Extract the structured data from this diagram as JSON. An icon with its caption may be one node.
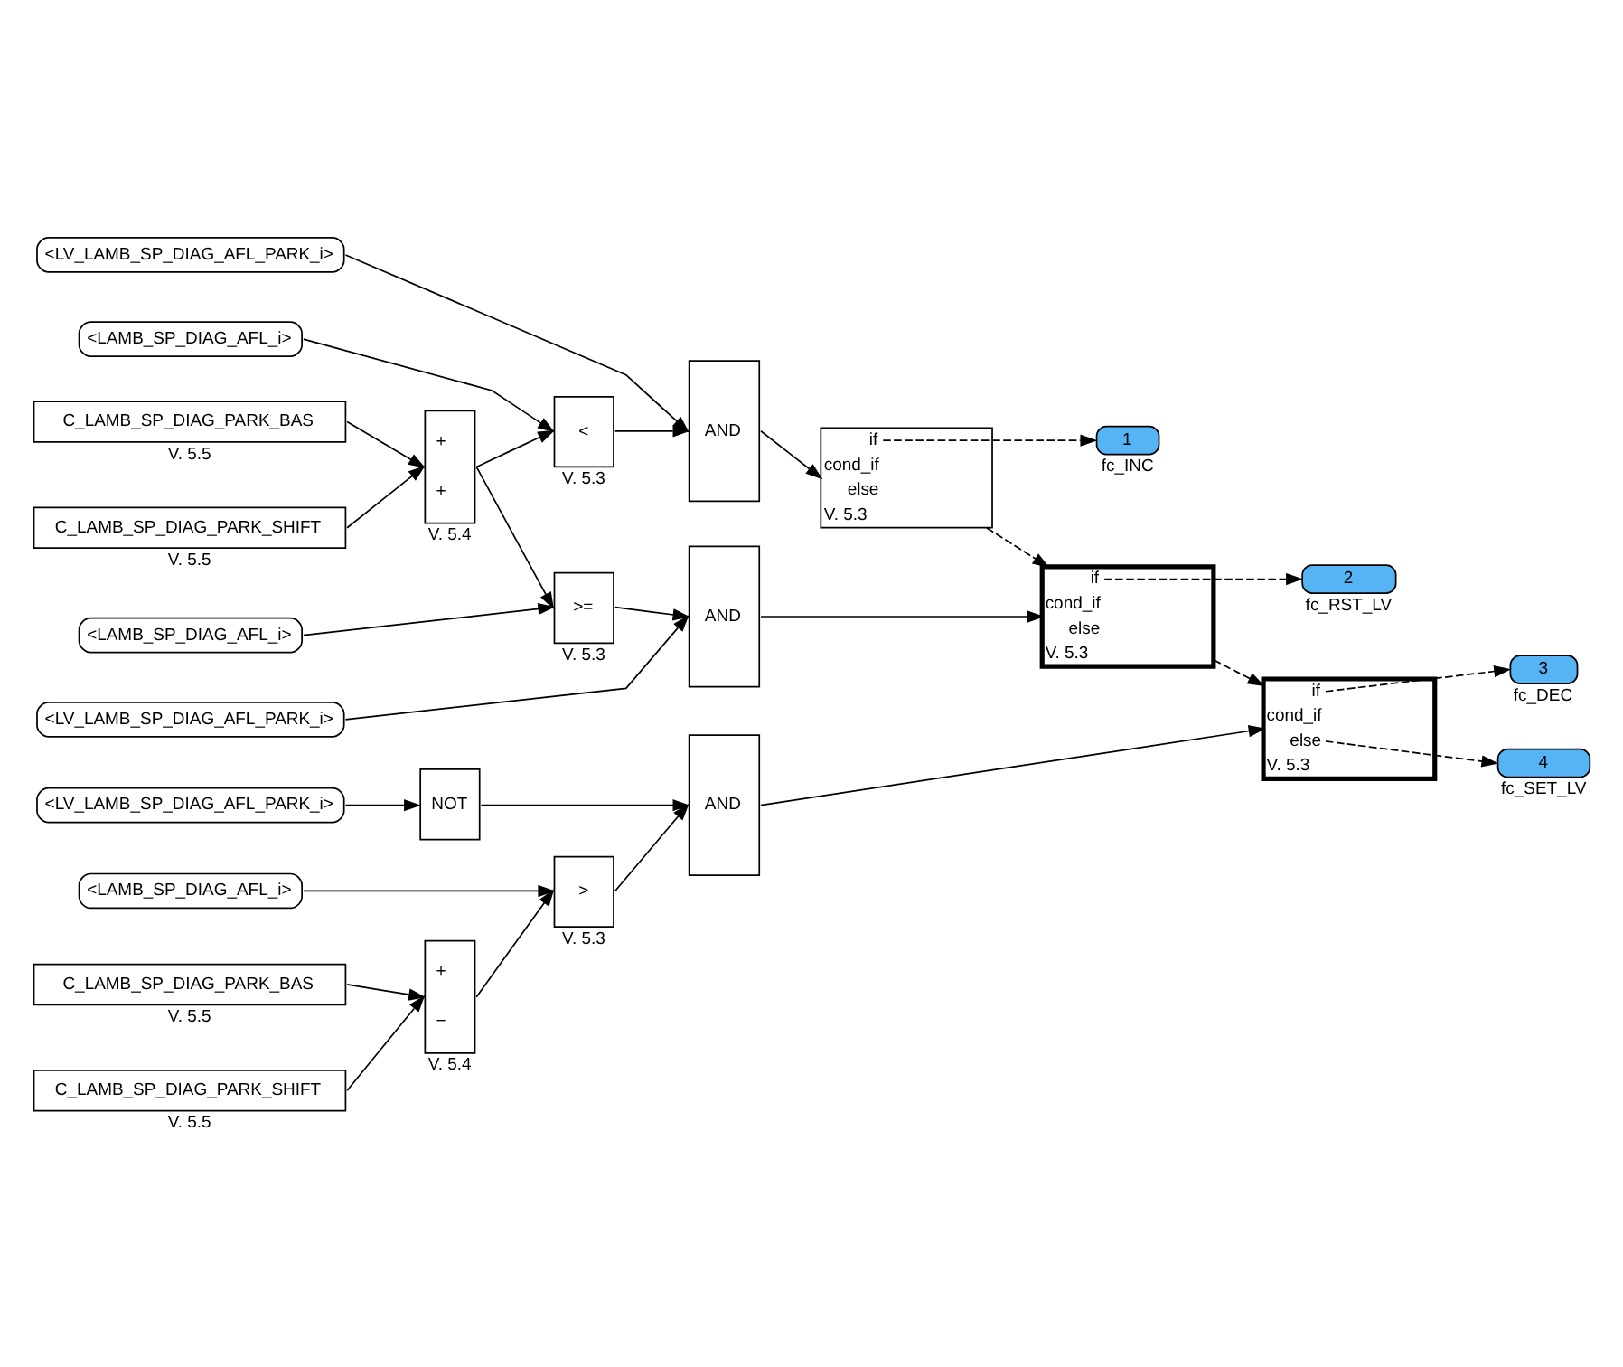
{
  "diagram": {
    "nodes": [
      {
        "text": [
          "<LV_LAMB_SP_DIAG_AFL_PARK_i>"
        ]
      },
      {
        "text": [
          "<LAMB_SP_DIAG_AFL_i>"
        ]
      },
      {
        "text": [
          "C_LAMB_SP_DIAG_PARK_BAS"
        ],
        "beside": [
          "V. 5.5"
        ]
      },
      {
        "text": [
          "C_LAMB_SP_DIAG_PARK_SHIFT"
        ],
        "beside": [
          "V. 5.5"
        ]
      },
      {
        "text": [
          "+",
          "+"
        ],
        "beside": [
          "V. 5.4"
        ]
      },
      {
        "text": [
          "<"
        ],
        "beside": [
          "V. 5.3"
        ]
      },
      {
        "text": [
          "AND"
        ]
      },
      {
        "text": [
          "if",
          "cond_if",
          "else",
          "V. 5.3"
        ]
      },
      {
        "text": [
          "1"
        ],
        "beside": [
          "fc_INC"
        ]
      },
      {
        "text": [
          "<LAMB_SP_DIAG_AFL_i>"
        ]
      },
      {
        "text": [
          ">="
        ],
        "beside": [
          "V. 5.3"
        ]
      },
      {
        "text": [
          "<LV_LAMB_SP_DIAG_AFL_PARK_i>"
        ]
      },
      {
        "text": [
          "AND"
        ]
      },
      {
        "text": [
          "if",
          "cond_if",
          "else",
          "V. 5.3"
        ]
      },
      {
        "text": [
          "2"
        ],
        "beside": [
          "fc_RST_LV"
        ]
      },
      {
        "text": [
          "<LV_LAMB_SP_DIAG_AFL_PARK_i>"
        ]
      },
      {
        "text": [
          "NOT"
        ]
      },
      {
        "text": [
          "<LAMB_SP_DIAG_AFL_i>"
        ]
      },
      {
        "text": [
          "C_LAMB_SP_DIAG_PARK_BAS"
        ],
        "beside": [
          "V. 5.5"
        ]
      },
      {
        "text": [
          "C_LAMB_SP_DIAG_PARK_SHIFT"
        ],
        "beside": [
          "V. 5.5"
        ]
      },
      {
        "text": [
          "+",
          "−"
        ],
        "beside": [
          "V. 5.4"
        ]
      },
      {
        "text": [
          ">"
        ],
        "beside": [
          "V. 5.3"
        ]
      },
      {
        "text": [
          "AND"
        ]
      },
      {
        "text": [
          "if",
          "cond_if",
          "else",
          "V. 5.3"
        ]
      },
      {
        "text": [
          "3"
        ],
        "beside": [
          "fc_DEC"
        ]
      },
      {
        "text": [
          "4"
        ],
        "beside": [
          "fc_SET_LV"
        ]
      }
    ],
    "edges": [
      {
        "from": 0,
        "to": 6,
        "arrow": "to"
      },
      {
        "from": 1,
        "to": 5,
        "arrow": "to"
      },
      {
        "from": 2,
        "to": 4,
        "arrow": "to"
      },
      {
        "from": 3,
        "to": 4,
        "arrow": "to"
      },
      {
        "from": 4,
        "to": 5,
        "arrow": "to"
      },
      {
        "from": 4,
        "to": 10,
        "arrow": "to"
      },
      {
        "from": 5,
        "to": 6,
        "arrow": "to"
      },
      {
        "from": 6,
        "to": 7,
        "arrow": "to"
      },
      {
        "from": 7,
        "to": 8,
        "arrow": "to",
        "style": "dashed"
      },
      {
        "from": 7,
        "to": 13,
        "arrow": "to",
        "style": "dashed"
      },
      {
        "from": 9,
        "to": 10,
        "arrow": "to"
      },
      {
        "from": 10,
        "to": 12,
        "arrow": "to"
      },
      {
        "from": 11,
        "to": 12,
        "arrow": "to"
      },
      {
        "from": 12,
        "to": 13,
        "arrow": "to"
      },
      {
        "from": 13,
        "to": 14,
        "arrow": "to",
        "style": "dashed"
      },
      {
        "from": 13,
        "to": 23,
        "arrow": "to",
        "style": "dashed"
      },
      {
        "from": 15,
        "to": 16,
        "arrow": "to"
      },
      {
        "from": 16,
        "to": 22,
        "arrow": "to"
      },
      {
        "from": 17,
        "to": 21,
        "arrow": "to"
      },
      {
        "from": 18,
        "to": 20,
        "arrow": "to"
      },
      {
        "from": 19,
        "to": 20,
        "arrow": "to"
      },
      {
        "from": 20,
        "to": 21,
        "arrow": "to"
      },
      {
        "from": 21,
        "to": 22,
        "arrow": "to"
      },
      {
        "from": 22,
        "to": 23,
        "arrow": "to"
      },
      {
        "from": 23,
        "to": 24,
        "arrow": "to",
        "style": "dashed"
      },
      {
        "from": 23,
        "to": 25,
        "arrow": "to",
        "style": "dashed"
      }
    ]
  }
}
